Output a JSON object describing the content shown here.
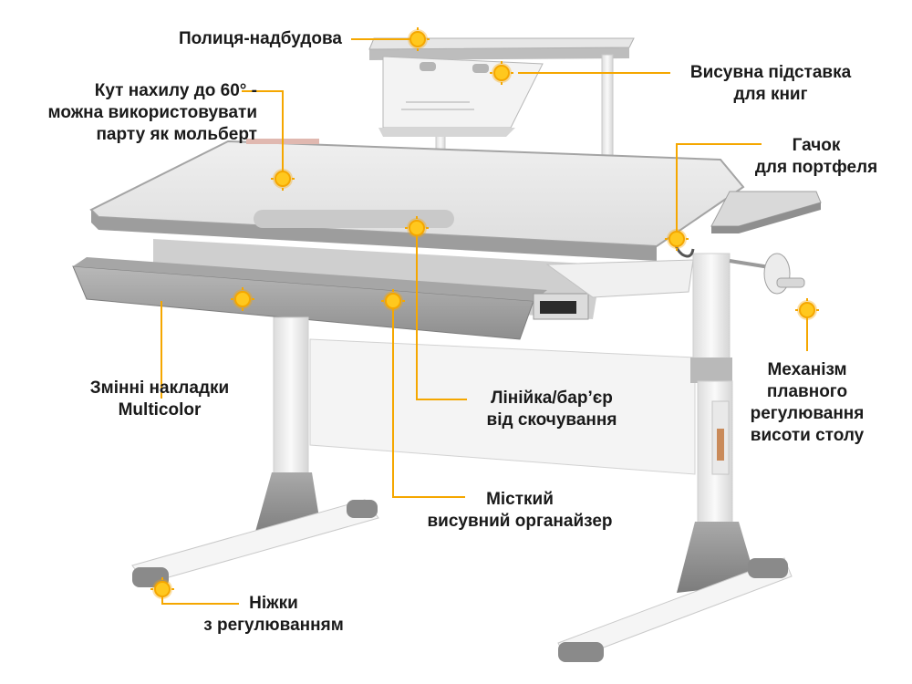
{
  "colors": {
    "accent": "#f5a700",
    "marker_fill": "#ffc81e",
    "desk_gray": "#9a9a9a",
    "desk_light": "#e3e3e3",
    "frame_white": "#f2f2f2",
    "text": "#1a1a1a"
  },
  "icons": {
    "marker": "sun-marker-icon"
  },
  "labels": {
    "shelf": "Полиця-надбудова",
    "tilt": [
      "Кут нахилу до 60° -",
      "можна використовувати",
      "парту як мольберт"
    ],
    "book_stand": [
      "Висувна підставка",
      "для книг"
    ],
    "hook": [
      "Гачок",
      "для портфеля"
    ],
    "overlays": [
      "Змінні накладки",
      "Multicolor"
    ],
    "ruler": [
      "Лінійка/бар’єр",
      "від скочування"
    ],
    "mechanism": [
      "Механізм",
      "плавного",
      "регулювання",
      "висоти столу"
    ],
    "organizer": [
      "Місткий",
      "висувний органайзер"
    ],
    "legs": [
      "Ніжки",
      "з регулюванням"
    ]
  }
}
